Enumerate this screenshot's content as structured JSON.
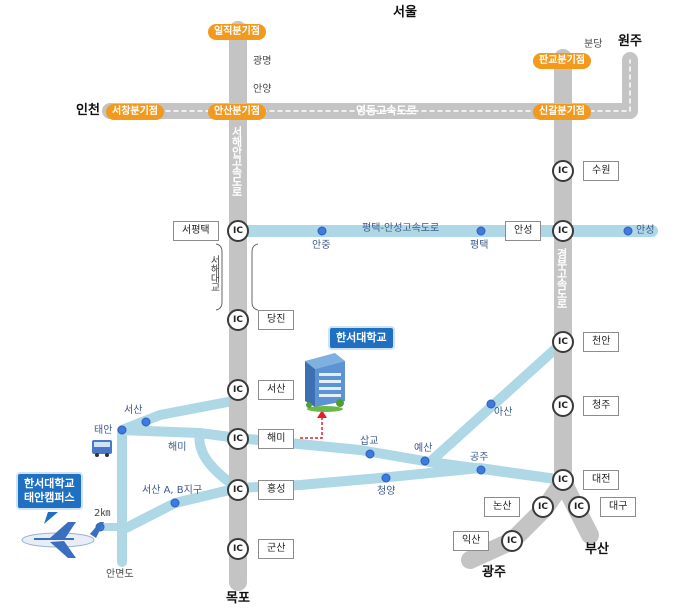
{
  "cities": {
    "seoul": "서울",
    "wonju": "원주",
    "incheon": "인천",
    "mokpo": "목포",
    "busan": "부산",
    "gwangju": "광주"
  },
  "junctions": {
    "iljik": "일직분기점",
    "pangyo": "판교분기점",
    "seochang": "서창분기점",
    "ansan": "안산분기점",
    "singal": "신갈분기점"
  },
  "highways": {
    "yeongdong": "영동고속도로",
    "seohaean": "서해안고속도로",
    "gyeongbu": "경부고속도로",
    "pyeongtaek_anseong": "평택-안성고속도로",
    "seohae_bridge": "서해대교"
  },
  "places": {
    "gwangmyeong": "광명",
    "anyang": "안양",
    "bundang": "분당",
    "anjung": "안중",
    "pyeongtaek": "평택",
    "anseong": "안성",
    "asan": "아산",
    "sapgyo": "삽교",
    "yesan": "예산",
    "gongju": "공주",
    "cheongyang": "청양",
    "seosan": "서산",
    "taean": "태안",
    "haemi": "해미",
    "seosan_ab": "서산 A, B지구",
    "anmyeon": "안면도",
    "distance": "2㎞"
  },
  "ic_text": "IC",
  "interchanges": {
    "seopyeongtaek": "서평택",
    "dangjin": "당진",
    "seosan": "서산",
    "haemi": "해미",
    "hongseong": "홍성",
    "gunsan": "군산",
    "suwon": "수원",
    "anseong": "안성",
    "cheonan": "천안",
    "cheongju": "청주",
    "daejeon": "대전",
    "nonsan": "논산",
    "daegu": "대구",
    "iksan": "익산"
  },
  "campus": {
    "main": "한서대학교",
    "taean_line1": "한서대학교",
    "taean_line2": "태안캠퍼스"
  },
  "colors": {
    "expressway": "#c4c4c4",
    "local_road": "#aed8e6",
    "junction": "#f29a1e",
    "campus": "#1f6fc2",
    "connector": "#e0202a"
  }
}
